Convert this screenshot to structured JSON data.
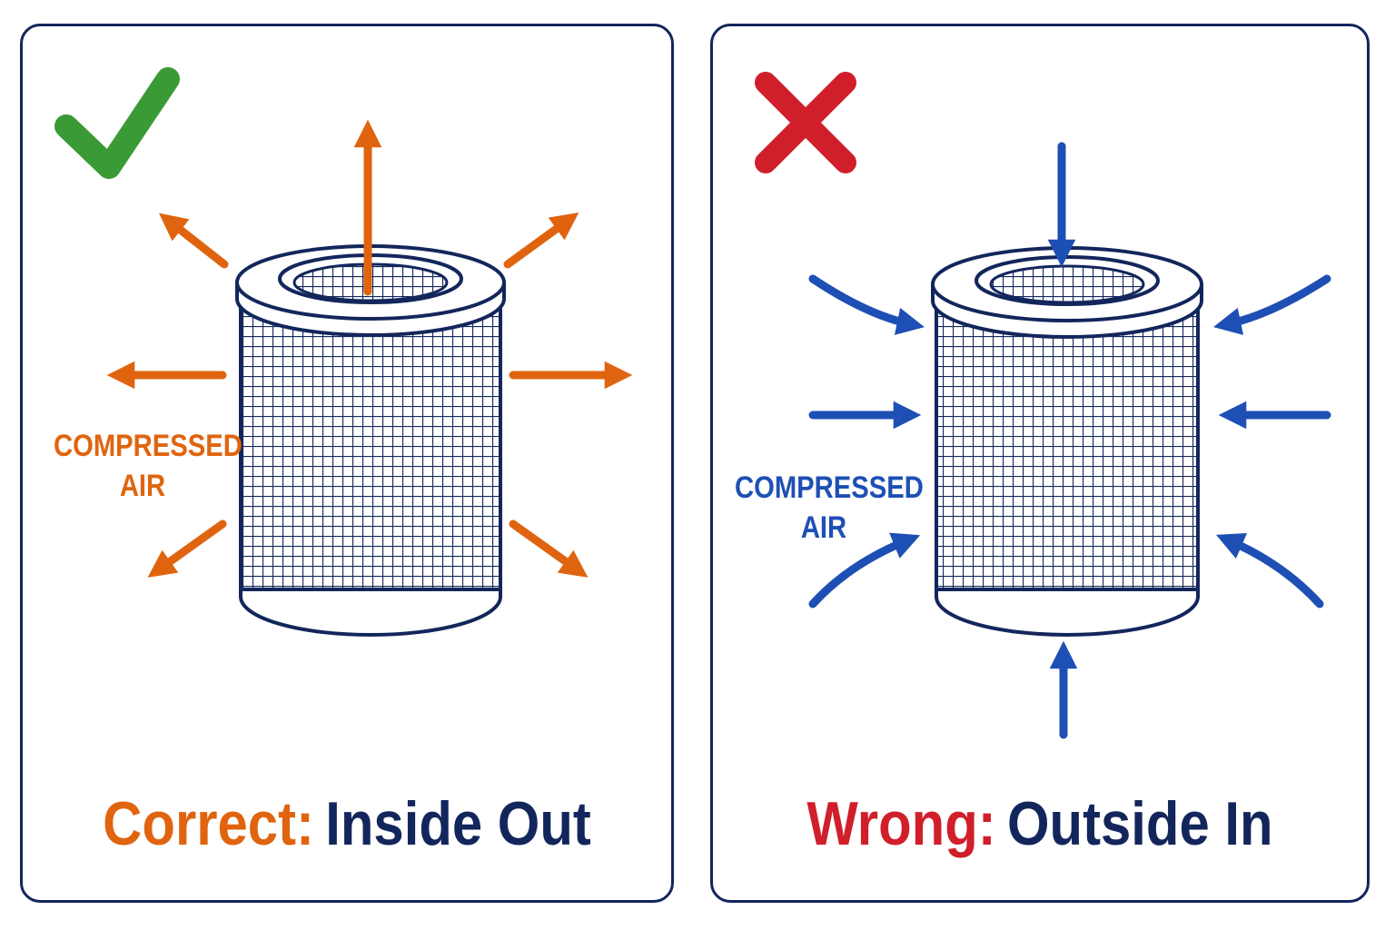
{
  "colors": {
    "navy": "#13265c",
    "orange": "#e0640f",
    "blue": "#1e4fb4",
    "green": "#3a9a35",
    "red": "#d01f2b"
  },
  "left_panel": {
    "icon": "checkmark-icon",
    "label_line1": "COMPRESSED",
    "label_line2": "AIR",
    "caption_highlight": "Correct:",
    "caption_rest": "Inside Out"
  },
  "right_panel": {
    "icon": "cross-icon",
    "label_line1": "COMPRESSED",
    "label_line2": "AIR",
    "caption_highlight": "Wrong:",
    "caption_rest": "Outside In"
  }
}
